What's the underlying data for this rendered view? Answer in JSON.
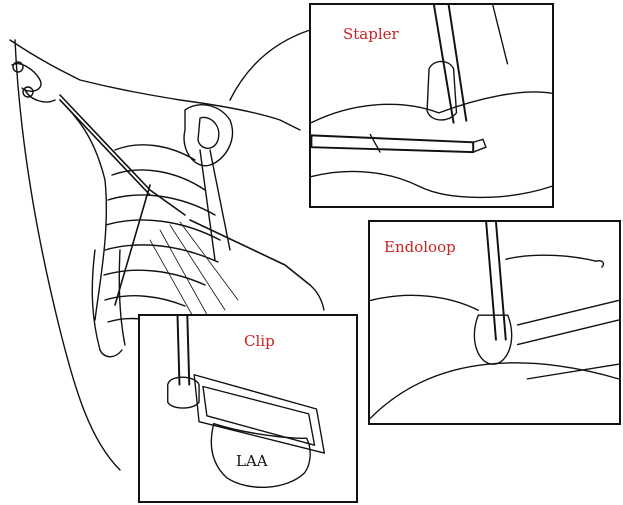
{
  "panels": {
    "stapler": {
      "label": "Stapler"
    },
    "endoloop": {
      "label": "Endoloop"
    },
    "clip": {
      "label": "Clip",
      "structure_label": "LAA"
    }
  },
  "colors": {
    "label_red": "#cc2222",
    "ink": "#111111",
    "paper": "#ffffff"
  }
}
